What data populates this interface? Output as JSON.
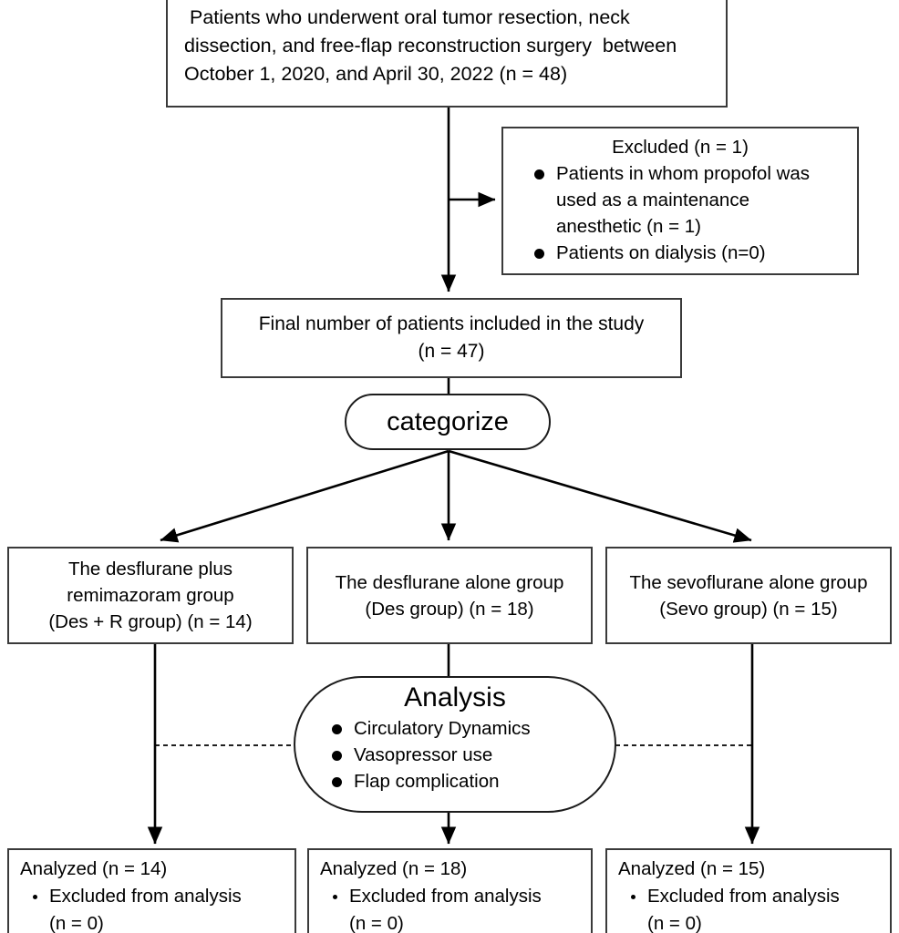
{
  "diagram": {
    "type": "study-flow-diagram",
    "stroke_color": "#3a3a3a",
    "text_color": "#000000",
    "background": "#ffffff"
  },
  "enrollment": {
    "line1": " Patients who underwent oral tumor resection, neck",
    "line2": "dissection, and free-flap reconstruction surgery  between",
    "line3": "October 1, 2020, and April 30, 2022 (n = 48)"
  },
  "excluded": {
    "title": "Excluded (n = 1)",
    "items": [
      {
        "line1": "Patients in whom propofol was",
        "line2": "used as a maintenance",
        "line3": "anesthetic (n = 1)"
      },
      {
        "line1": "Patients on dialysis (n=0)",
        "line2": "",
        "line3": ""
      }
    ]
  },
  "final": {
    "line1": "Final number of patients included in the study",
    "line2": "(n = 47)"
  },
  "categorize": {
    "label": "categorize"
  },
  "groups": [
    {
      "line1": "The desflurane plus",
      "line2": "remimazoram group",
      "line3": "(Des + R group) (n = 14)"
    },
    {
      "line1": "The desflurane alone group",
      "line2": "(Des group) (n = 18)",
      "line3": ""
    },
    {
      "line1": "The sevoflurane alone group",
      "line2": "(Sevo group) (n = 15)",
      "line3": ""
    }
  ],
  "analysis": {
    "title": "Analysis",
    "items": [
      "Circulatory Dynamics",
      "Vasopressor use",
      "Flap complication"
    ]
  },
  "analyzed": [
    {
      "title": "Analyzed (n = 14)",
      "bullet_line1": "Excluded from analysis",
      "bullet_line2": "(n = 0)"
    },
    {
      "title": "Analyzed (n = 18)",
      "bullet_line1": "Excluded from analysis",
      "bullet_line2": "(n = 0)"
    },
    {
      "title": "Analyzed (n = 15)",
      "bullet_line1": "Excluded from analysis",
      "bullet_line2": "(n = 0)"
    }
  ]
}
